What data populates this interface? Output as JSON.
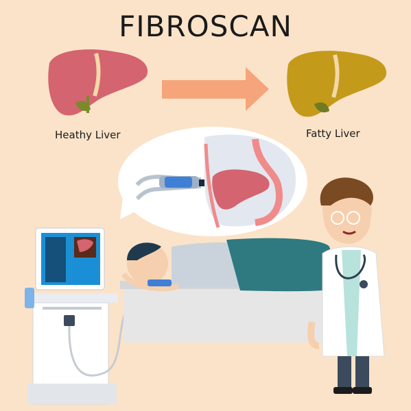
{
  "title": "FIBROSCAN",
  "labels": {
    "healthy": "Heathy Liver",
    "fatty": "Fatty Liver"
  },
  "colors": {
    "background": "#fbe3c9",
    "healthy_liver": "#d46470",
    "fatty_liver": "#c49a1a",
    "arrow": "#f6a47a",
    "blanket": "#2e7a80",
    "monitor_screen": "#1b8fd6"
  }
}
